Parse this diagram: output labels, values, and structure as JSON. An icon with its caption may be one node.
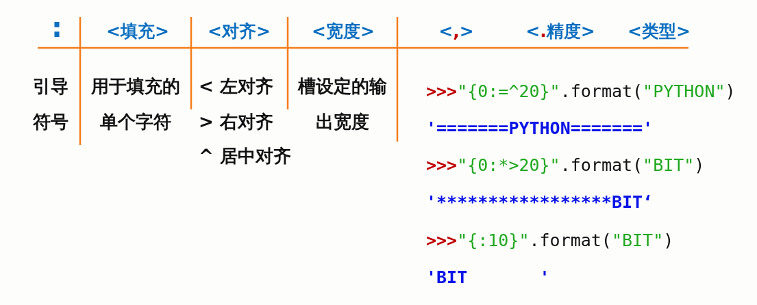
{
  "diagram": {
    "labels": [
      ":",
      "<填充>",
      "<对齐>",
      "<宽度>",
      "<,>",
      "<.精度>",
      "<类型>",
      "引导符号",
      "用于填充的单个字符",
      "< 左对齐",
      "> 右对齐",
      "^ 居中对齐",
      "槽设定的输出宽度",
      ">>>\"{0:=^20}\".format(\"PYTHON\")",
      "'=======PYTHON======='",
      ">>>\"{0:*>20}\".format(\"BIT\")",
      "'*****************BIT‘",
      ">>>\"{:10}\".format(\"BIT\")",
      "'BIT       '"
    ]
  }
}
